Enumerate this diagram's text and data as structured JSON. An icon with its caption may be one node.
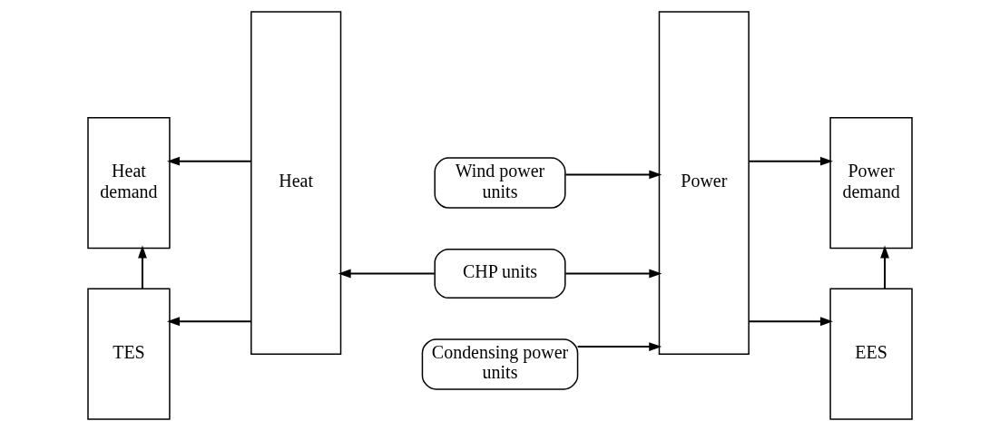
{
  "diagram": {
    "nodes": [
      {
        "text": [
          "Heat demand"
        ]
      },
      {
        "text": [
          "TES"
        ]
      },
      {
        "text": [
          "Heat"
        ]
      },
      {
        "text": [
          "Wind power units"
        ]
      },
      {
        "text": [
          "CHP units"
        ]
      },
      {
        "text": [
          "Condensing power units"
        ]
      },
      {
        "text": [
          "Power"
        ]
      },
      {
        "text": [
          "Power demand"
        ]
      },
      {
        "text": [
          "EES"
        ]
      }
    ],
    "edges": [
      {
        "from": 2,
        "to": 0,
        "arrow": "to"
      },
      {
        "from": 2,
        "to": 1,
        "arrow": "to"
      },
      {
        "from": 1,
        "to": 0,
        "arrow": "to"
      },
      {
        "from": 4,
        "to": 2,
        "arrow": "to"
      },
      {
        "from": 3,
        "to": 6,
        "arrow": "to"
      },
      {
        "from": 4,
        "to": 6,
        "arrow": "to"
      },
      {
        "from": 5,
        "to": 6,
        "arrow": "to"
      },
      {
        "from": 6,
        "to": 7,
        "arrow": "to"
      },
      {
        "from": 6,
        "to": 8,
        "arrow": "to"
      },
      {
        "from": 8,
        "to": 7,
        "arrow": "to"
      }
    ]
  }
}
